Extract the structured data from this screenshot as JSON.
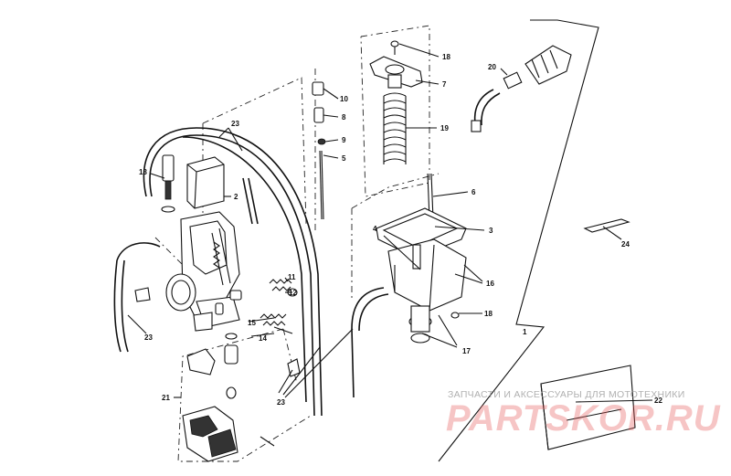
{
  "diagram": {
    "callouts": [
      "1",
      "2",
      "3",
      "4",
      "5",
      "6",
      "7",
      "8",
      "9",
      "10",
      "11",
      "12",
      "13",
      "14",
      "15",
      "16",
      "17",
      "18",
      "18",
      "19",
      "20",
      "21",
      "22",
      "23",
      "23",
      "23",
      "23",
      "24"
    ]
  },
  "watermark": {
    "caption": "ЗАПЧАСТИ И АКСЕССУАРЫ ДЛЯ МОТОТЕХНИКИ",
    "logo_text": "PARTSKOR.RU",
    "logo_color": "#e65a5a"
  }
}
